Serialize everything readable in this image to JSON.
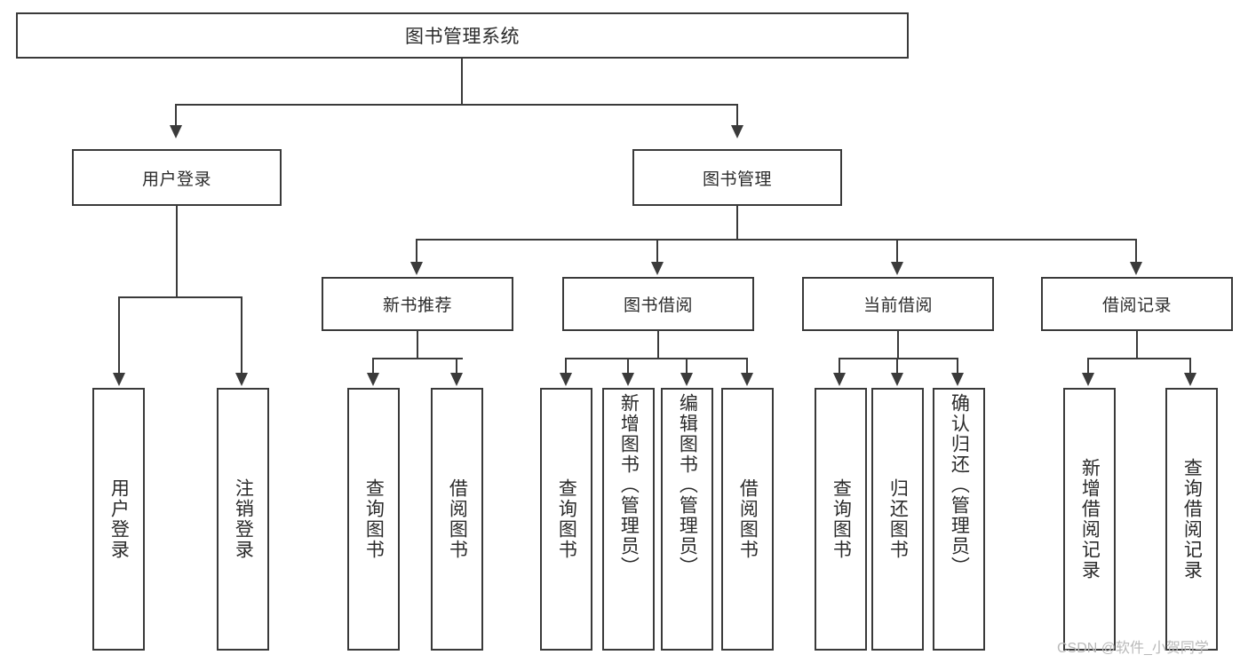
{
  "diagram": {
    "title": "图书管理系统",
    "root": {
      "label": "图书管理系统"
    },
    "level2": [
      {
        "label": "用户登录"
      },
      {
        "label": "图书管理"
      }
    ],
    "level3": [
      {
        "label": "新书推荐"
      },
      {
        "label": "图书借阅"
      },
      {
        "label": "当前借阅"
      },
      {
        "label": "借阅记录"
      }
    ],
    "leaves": {
      "user_login": [
        {
          "label": "用户登录"
        },
        {
          "label": "注销登录"
        }
      ],
      "new_book_recommend": [
        {
          "label": "查询图书"
        },
        {
          "label": "借阅图书"
        }
      ],
      "book_borrow": [
        {
          "label": "查询图书"
        },
        {
          "label": "新增图书（管理员）"
        },
        {
          "label": "编辑图书（管理员）"
        },
        {
          "label": "借阅图书"
        }
      ],
      "current_borrow": [
        {
          "label": "查询图书"
        },
        {
          "label": "归还图书"
        },
        {
          "label": "确认归还（管理员）"
        }
      ],
      "borrow_record": [
        {
          "label": "新增借阅记录"
        },
        {
          "label": "查询借阅记录"
        }
      ]
    }
  },
  "watermark": {
    "text": "CSDN @软件_小贺同学"
  },
  "colors": {
    "stroke": "#3a3a3a",
    "text": "#2b2b2b",
    "background": "#ffffff",
    "watermark": "#b9b9b9"
  }
}
